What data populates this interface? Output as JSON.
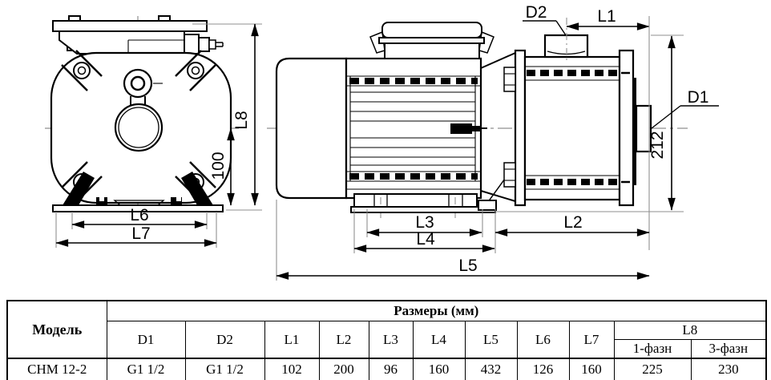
{
  "drawing": {
    "front_view": {
      "dim_l6": "L6",
      "dim_l7": "L7",
      "dim_100": "100",
      "dim_l8": "L8"
    },
    "side_view": {
      "dim_d2": "D2",
      "dim_l1": "L1",
      "dim_d1": "D1",
      "dim_212": "212",
      "dim_l3": "L3",
      "dim_l4": "L4",
      "dim_l2": "L2",
      "dim_l5": "L5"
    }
  },
  "table": {
    "model_header": "Модель",
    "sizes_header": "Размеры (мм)",
    "col_d1": "D1",
    "col_d2": "D2",
    "col_l1": "L1",
    "col_l2": "L2",
    "col_l3": "L3",
    "col_l4": "L4",
    "col_l5": "L5",
    "col_l6": "L6",
    "col_l7": "L7",
    "col_l8": "L8",
    "col_l8_1ph": "1-фазн",
    "col_l8_3ph": "3-фазн",
    "row": {
      "model": "CHM 12-2",
      "d1": "G1 1/2",
      "d2": "G1 1/2",
      "l1": "102",
      "l2": "200",
      "l3": "96",
      "l4": "160",
      "l5": "432",
      "l6": "126",
      "l7": "160",
      "l8_1ph": "225",
      "l8_3ph": "230"
    }
  }
}
